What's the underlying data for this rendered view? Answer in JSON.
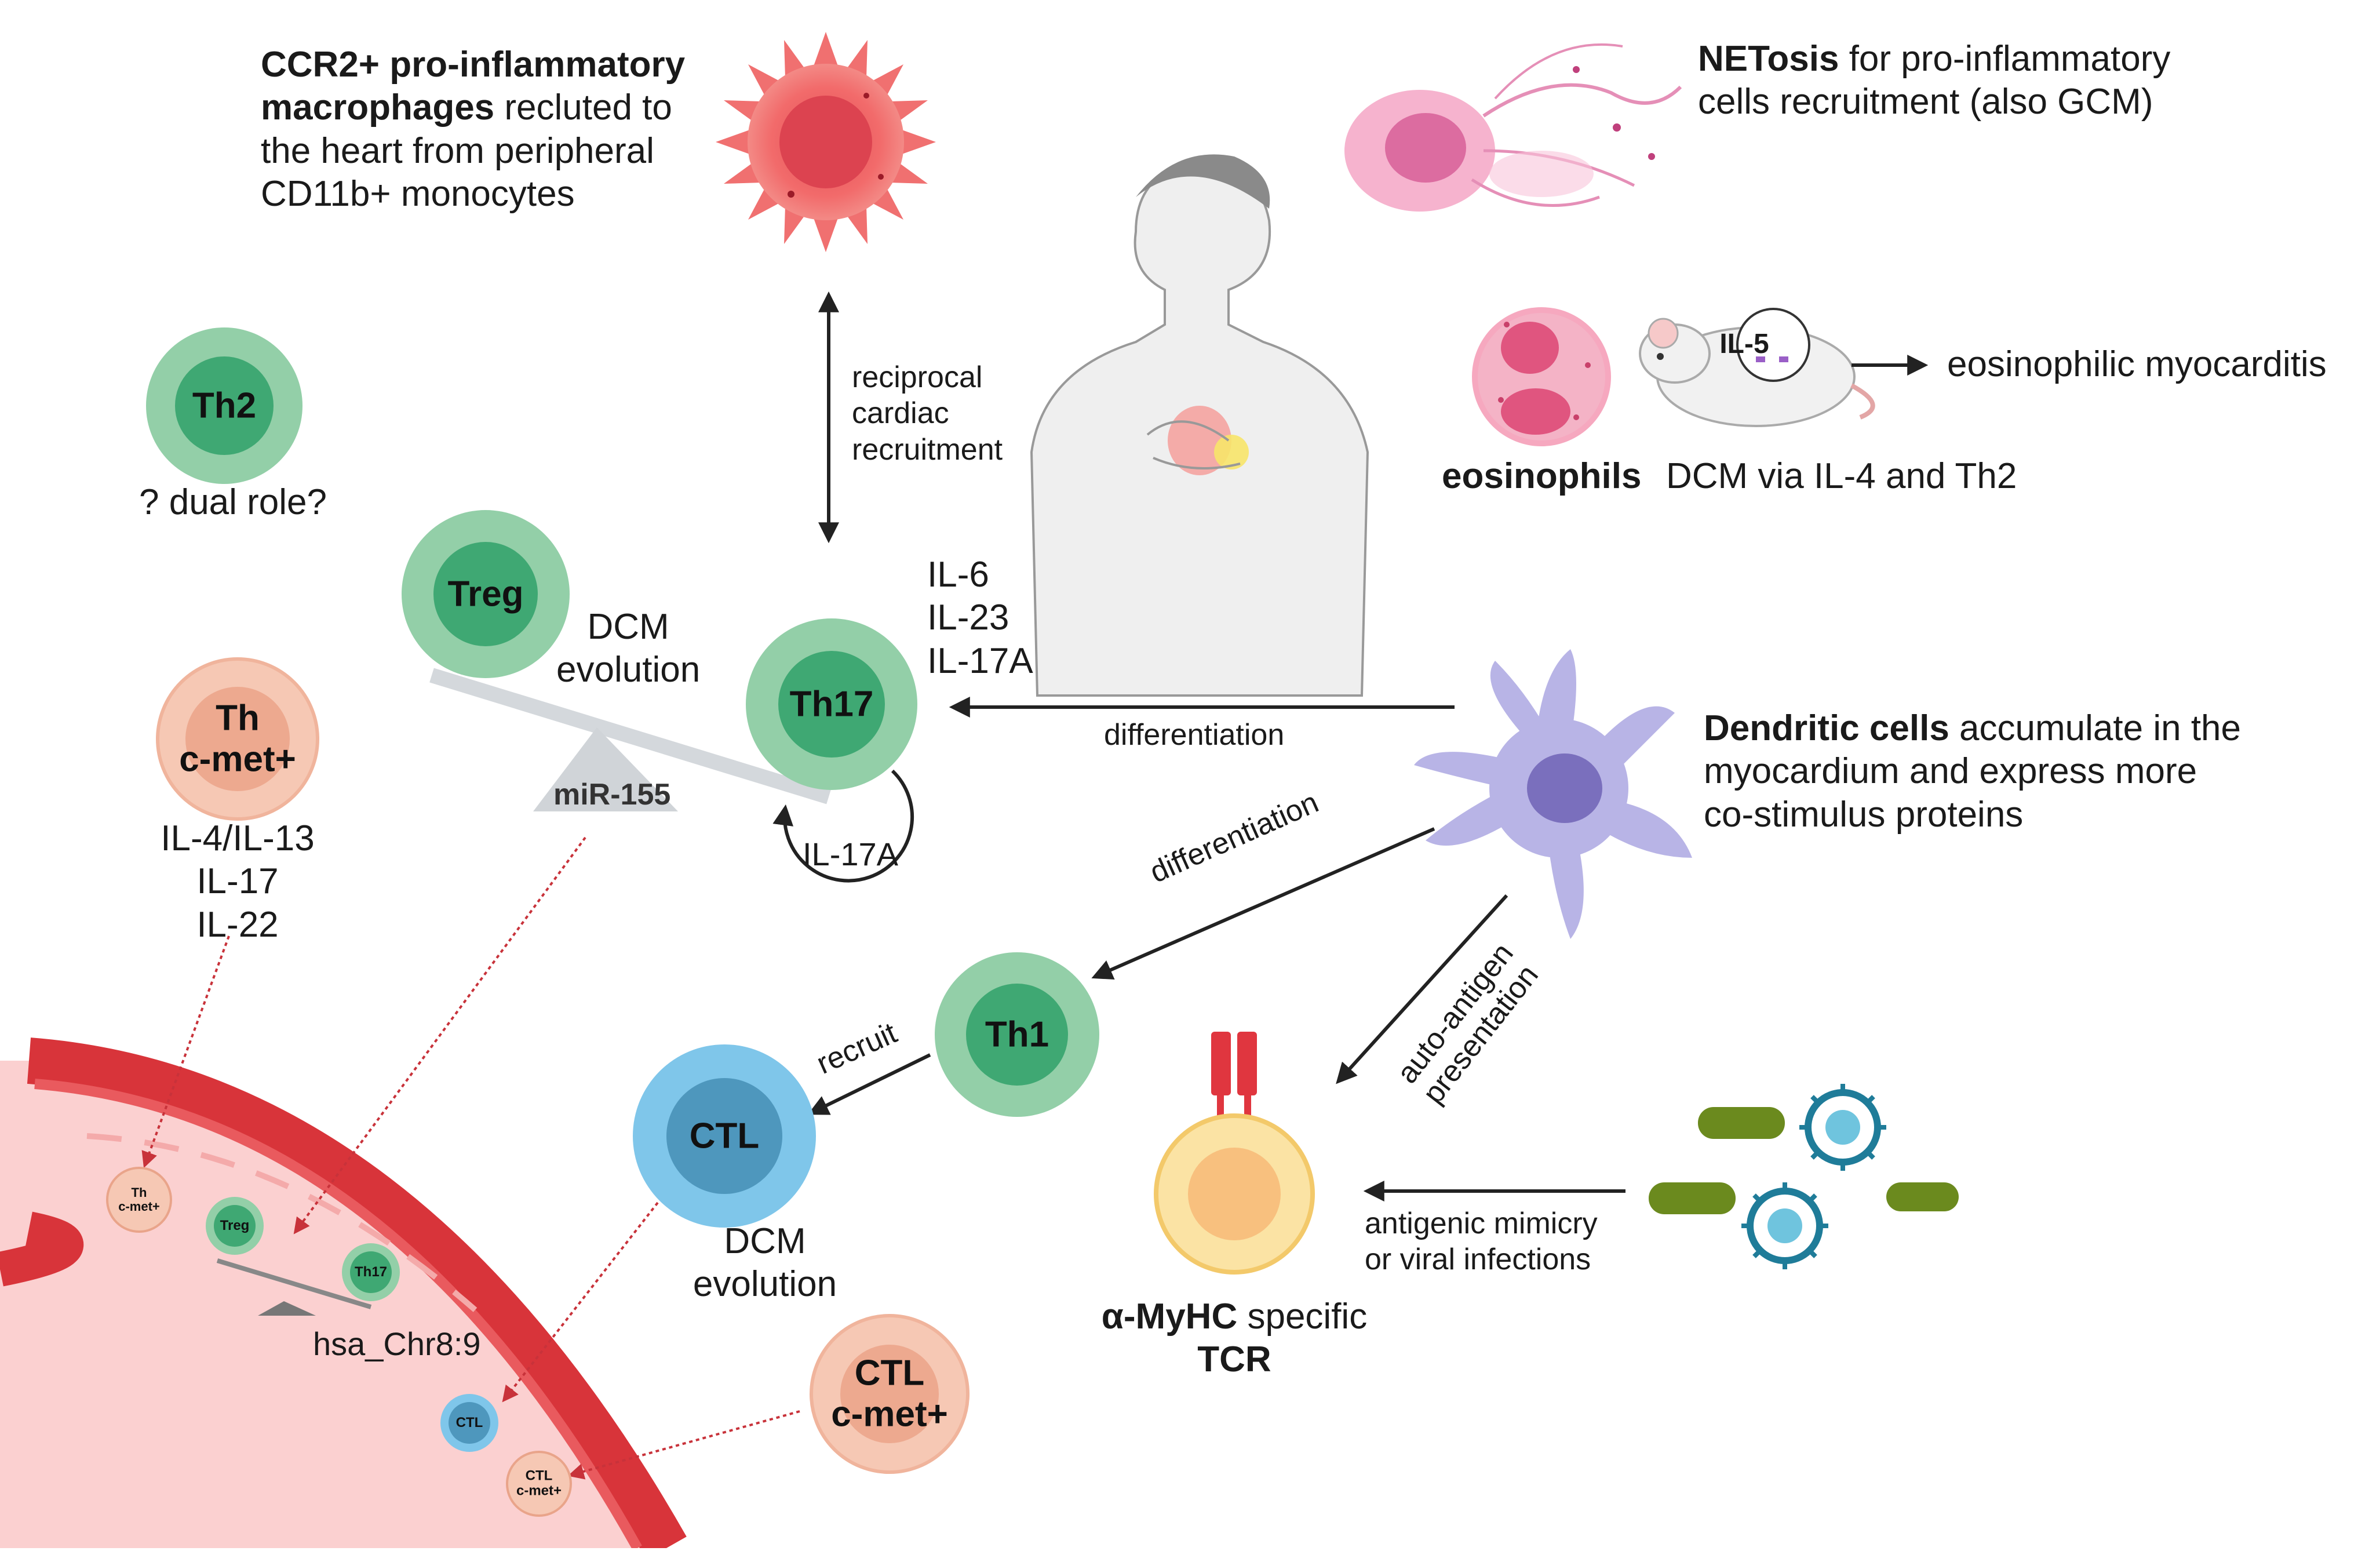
{
  "macrophage": {
    "title_bold_1": "CCR2+ pro-inflammatory",
    "title_bold_2": "macrophages",
    "line2_rest": " recluted to",
    "line3": "the heart from peripheral",
    "line4": "CD11b+ monocytes"
  },
  "netosis": {
    "bold": "NETosis",
    "rest": " for pro-inflammatory",
    "line2": "cells recruitment (also GCM)"
  },
  "reciprocal": {
    "line1": "reciprocal",
    "line2": "cardiac",
    "line3": "recruitment"
  },
  "eosinophils": {
    "label": "eosinophils",
    "il5": "IL-5",
    "myocarditis": "eosinophilic myocarditis",
    "dcm": "DCM via IL-4 and Th2"
  },
  "th2": {
    "name": "Th2",
    "caption": "? dual role?"
  },
  "treg": {
    "name": "Treg"
  },
  "dcm_top": {
    "line1": "DCM",
    "line2": "evolution"
  },
  "mir155": "miR-155",
  "th17": {
    "name": "Th17",
    "loop_label": "IL-17A"
  },
  "cytokines": {
    "line1": "IL-6",
    "line2": "IL-23",
    "line3": "IL-17A"
  },
  "th_cmet": {
    "line1": "Th",
    "line2": "c-met+",
    "il1": "IL-4/IL-13",
    "il2": "IL-17",
    "il3": "IL-22"
  },
  "dendritic": {
    "bold": "Dendritic cells",
    "rest": " accumulate in the",
    "line2": "myocardium and express more",
    "line3": "co-stimulus proteins"
  },
  "arrows": {
    "diff1": "differentiation",
    "diff2": "differentiation",
    "auto1": "auto-antigen",
    "auto2": "presentation",
    "recruit": "recruit"
  },
  "th1": {
    "name": "Th1"
  },
  "ctl": {
    "name": "CTL"
  },
  "dcm_bottom": {
    "line1": "DCM",
    "line2": "evolution"
  },
  "ctl_cmet": {
    "line1": "CTL",
    "line2": "c-met+"
  },
  "tcr": {
    "bold1": "α-MyHC",
    "rest": " specific",
    "bold2": "TCR"
  },
  "mimicry": {
    "line1": "antigenic mimicry",
    "line2": "or viral infections"
  },
  "vessel": {
    "th_cmet_1": "Th",
    "th_cmet_2": "c-met+",
    "treg": "Treg",
    "th17": "Th17",
    "ctl": "CTL",
    "ctl_cmet_1": "CTL",
    "ctl_cmet_2": "c-met+",
    "chr": "hsa_Chr8:9"
  },
  "colors": {
    "green_outer": "#93cfa8",
    "green_inner": "#3fa873",
    "salmon_outer": "#f6c8b4",
    "salmon_inner": "#eda98f",
    "blue_outer": "#7fc6ea",
    "blue_inner": "#4e97bd",
    "vessel": "#d8343a",
    "vessel_lumen": "#fbd0d0",
    "dendritic": "#b8b4e6",
    "macrophage": "#ef5e5e"
  }
}
